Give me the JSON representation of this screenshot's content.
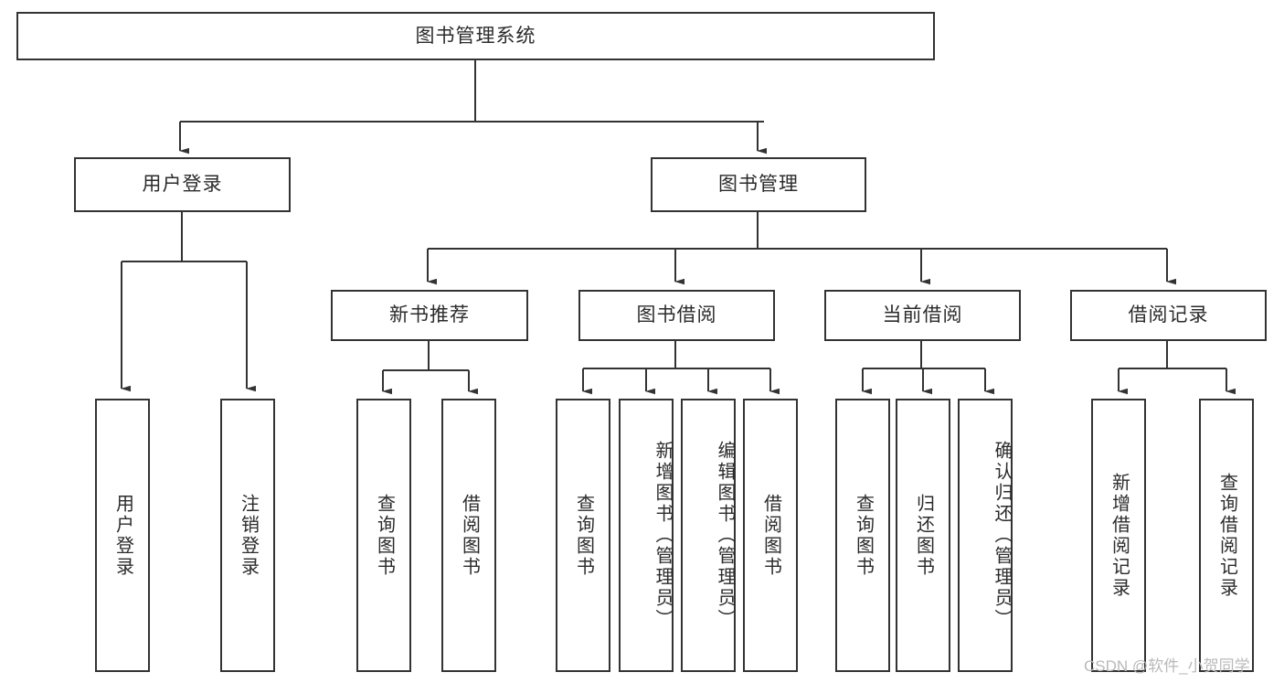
{
  "diagram": {
    "title": "图书管理系统",
    "type": "tree-hierarchy",
    "colors": {
      "box_border": "#333333",
      "box_fill": "#ffffff",
      "text": "#2b2b2b",
      "connector": "#333333",
      "watermark": "#b9b9b9",
      "background": "#ffffff"
    }
  },
  "root": {
    "label": "图书管理系统"
  },
  "level2": [
    {
      "label": "用户登录"
    },
    {
      "label": "图书管理"
    }
  ],
  "level3": [
    {
      "label": "新书推荐"
    },
    {
      "label": "图书借阅"
    },
    {
      "label": "当前借阅"
    },
    {
      "label": "借阅记录"
    }
  ],
  "leaves": {
    "user_login": [
      {
        "label": "用户登录"
      },
      {
        "label": "注销登录"
      }
    ],
    "new_book_recommend": [
      {
        "label": "查询图书"
      },
      {
        "label": "借阅图书"
      }
    ],
    "book_borrow": [
      {
        "label": "查询图书"
      },
      {
        "label": "新增图书（管理员）"
      },
      {
        "label": "编辑图书（管理员）"
      },
      {
        "label": "借阅图书"
      }
    ],
    "current_borrow": [
      {
        "label": "查询图书"
      },
      {
        "label": "归还图书"
      },
      {
        "label": "确认归还（管理员）"
      }
    ],
    "borrow_record": [
      {
        "label": "新增借阅记录"
      },
      {
        "label": "查询借阅记录"
      }
    ]
  },
  "watermark": {
    "text": "CSDN @软件_小贺同学"
  }
}
